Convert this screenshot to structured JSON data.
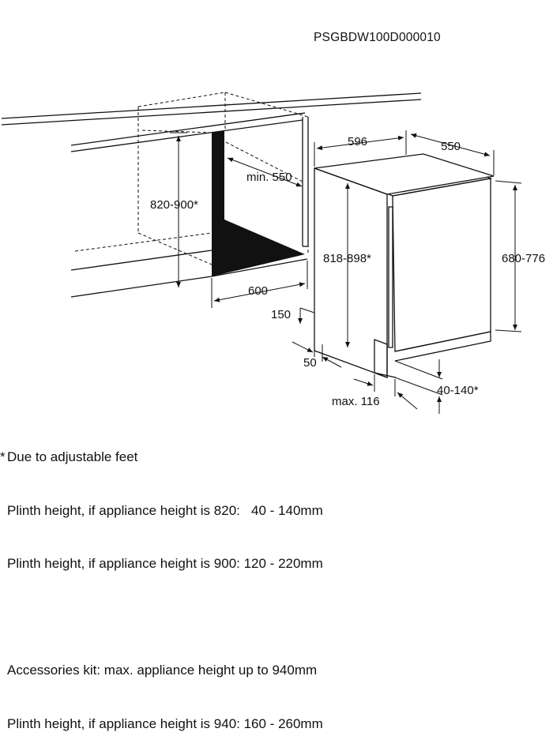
{
  "product_code": "PSGBDW100D000010",
  "dimensions": {
    "niche_width": "600",
    "niche_height": "820-900*",
    "niche_depth": "min. 550",
    "appliance_width": "596",
    "appliance_depth": "550",
    "appliance_height": "818-898*",
    "door_height": "680-776",
    "plinth_150": "150",
    "plinth_50": "50",
    "max_116": "max. 116",
    "feet_range": "40-140*"
  },
  "notes": {
    "asterisk": "*",
    "line1": "Due to adjustable feet",
    "line2": "Plinth height, if appliance height is 820:   40 - 140mm",
    "line3": "Plinth height, if appliance height is 900: 120 - 220mm",
    "line4": "Accessories kit: max. appliance height up to 940mm",
    "line5": "Plinth height, if appliance height is 940: 160 - 260mm"
  }
}
